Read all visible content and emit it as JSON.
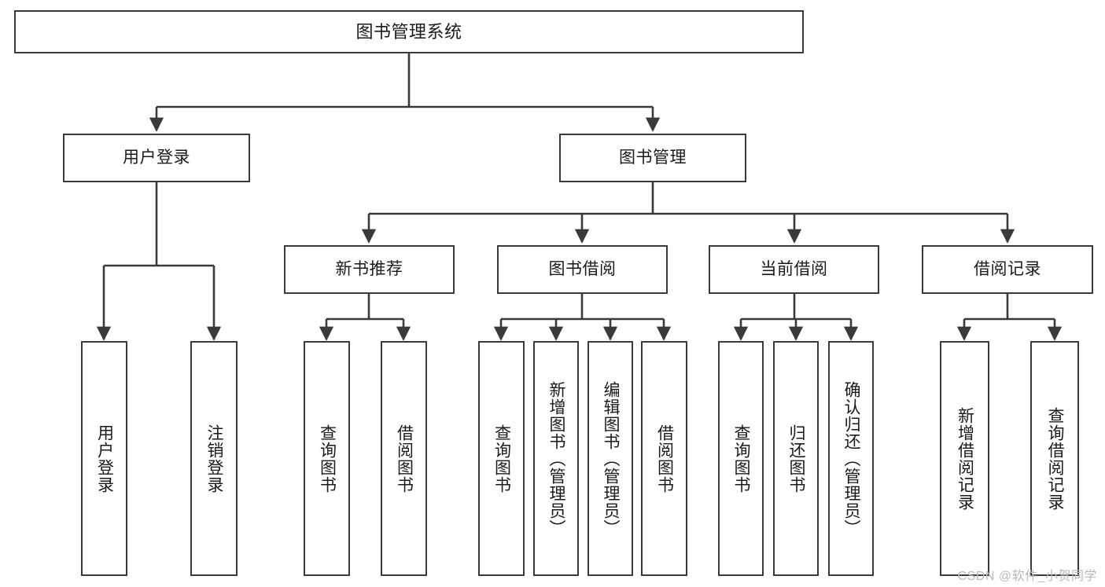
{
  "diagram": {
    "title": "图书管理系统",
    "type": "hierarchy-tree",
    "line_color": "#3a3a3a",
    "box_fill": "#ffffff",
    "text_color": "#1a1a1a",
    "nodes": {
      "root": {
        "label": "图书管理系统"
      },
      "level2": [
        {
          "label": "用户登录"
        },
        {
          "label": "图书管理"
        }
      ],
      "level3": [
        {
          "label": "新书推荐"
        },
        {
          "label": "图书借阅"
        },
        {
          "label": "当前借阅"
        },
        {
          "label": "借阅记录"
        }
      ],
      "leaves_user_login": [
        {
          "label": "用户登录"
        },
        {
          "label": "注销登录"
        }
      ],
      "leaves_new_book": [
        {
          "label": "查询图书"
        },
        {
          "label": "借阅图书"
        }
      ],
      "leaves_borrow": [
        {
          "label": "查询图书"
        },
        {
          "label": "新增图书（管理员）"
        },
        {
          "label": "编辑图书（管理员）"
        },
        {
          "label": "借阅图书"
        }
      ],
      "leaves_current": [
        {
          "label": "查询图书"
        },
        {
          "label": "归还图书"
        },
        {
          "label": "确认归还（管理员）"
        }
      ],
      "leaves_records": [
        {
          "label": "新增借阅记录"
        },
        {
          "label": "查询借阅记录"
        }
      ]
    }
  },
  "watermark": {
    "text": "CSDN @软件_小贺同学"
  }
}
